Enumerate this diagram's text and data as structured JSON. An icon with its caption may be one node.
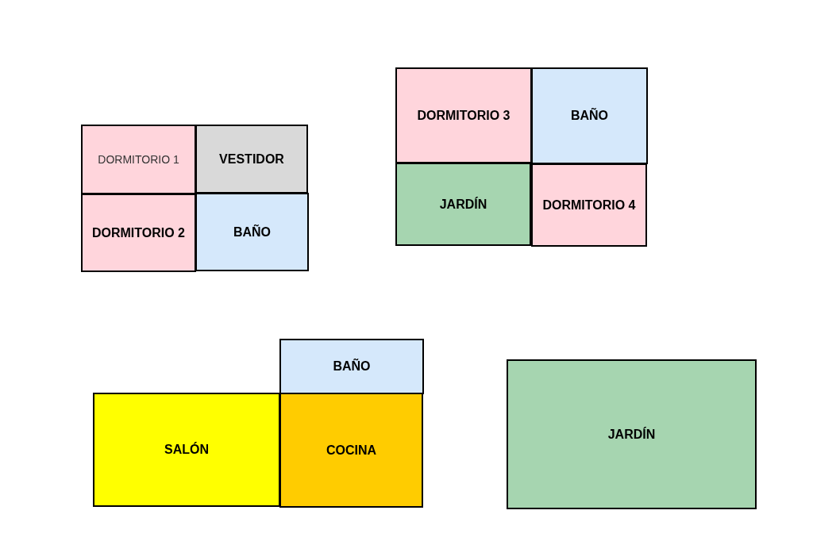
{
  "diagram": {
    "nodes": [
      {
        "text": [
          "DORMITORIO 1"
        ]
      },
      {
        "text": [
          "VESTIDOR"
        ]
      },
      {
        "text": [
          "DORMITORIO 2"
        ]
      },
      {
        "text": [
          "BAÑO"
        ]
      },
      {
        "text": [
          "DORMITORIO 3"
        ]
      },
      {
        "text": [
          "BAÑO"
        ]
      },
      {
        "text": [
          "JARDÍN"
        ]
      },
      {
        "text": [
          "DORMITORIO 4"
        ]
      },
      {
        "text": [
          "BAÑO"
        ]
      },
      {
        "text": [
          "SALÓN"
        ]
      },
      {
        "text": [
          "COCINA"
        ]
      },
      {
        "text": [
          "JARDÍN"
        ]
      }
    ]
  }
}
